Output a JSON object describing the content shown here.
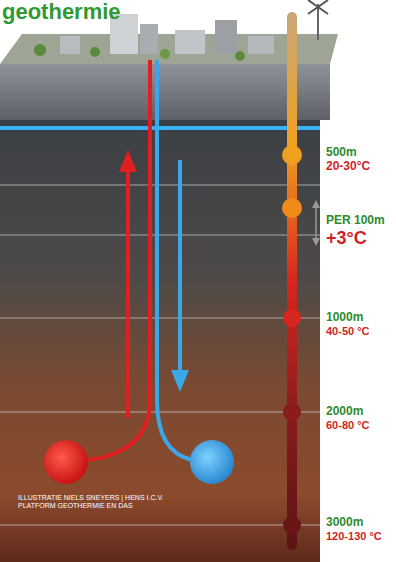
{
  "diagram": {
    "title": "geothermie",
    "labels": [
      "500m",
      "20-30°C",
      "PER 100m",
      "+3°C",
      "1000m",
      "40-50 °C",
      "2000m",
      "60-80 °C",
      "ILLUSTRATIE NIELS SNEYERS | HENS I.C.V. PLATFORM GEOTHERMIE EN DAS",
      "3000m",
      "120-130 °C"
    ]
  }
}
